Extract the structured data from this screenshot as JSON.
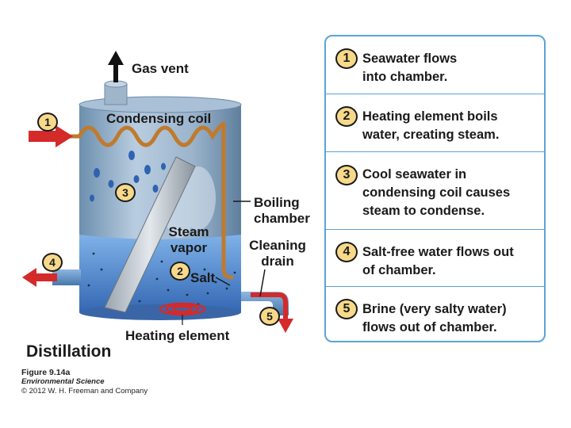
{
  "labels": {
    "gas_vent": "Gas vent",
    "condensing_coil": "Condensing coil",
    "boiling_chamber": "Boiling chamber",
    "steam_vapor": "Steam vapor",
    "cleaning_drain": "Cleaning drain",
    "salt": "Salt",
    "heating_element": "Heating element"
  },
  "callouts": {
    "inflow": "1",
    "steam_droplets": "3",
    "outflow": "4",
    "heating": "2",
    "brine": "5"
  },
  "steps": [
    {
      "num": "1",
      "text": "Seawater flows into chamber."
    },
    {
      "num": "2",
      "text": "Heating element boils water, creating steam."
    },
    {
      "num": "3",
      "text": "Cool seawater in condensing coil causes steam to condense."
    },
    {
      "num": "4",
      "text": "Salt-free water flows out of chamber."
    },
    {
      "num": "5",
      "text": "Brine (very salty water) flows out of chamber."
    }
  ],
  "title": "Distillation",
  "credit": {
    "figure": "Figure 9.14a",
    "book": "Environmental Science",
    "copyright": "© 2012 W. H. Freeman and Company"
  },
  "colors": {
    "panel_border": "#5aa3d8",
    "badge_fill": "#f7d98a",
    "arrow_red": "#d42a2a",
    "water_blue": "#3f7fd0",
    "coil_copper": "#c07a2e"
  }
}
